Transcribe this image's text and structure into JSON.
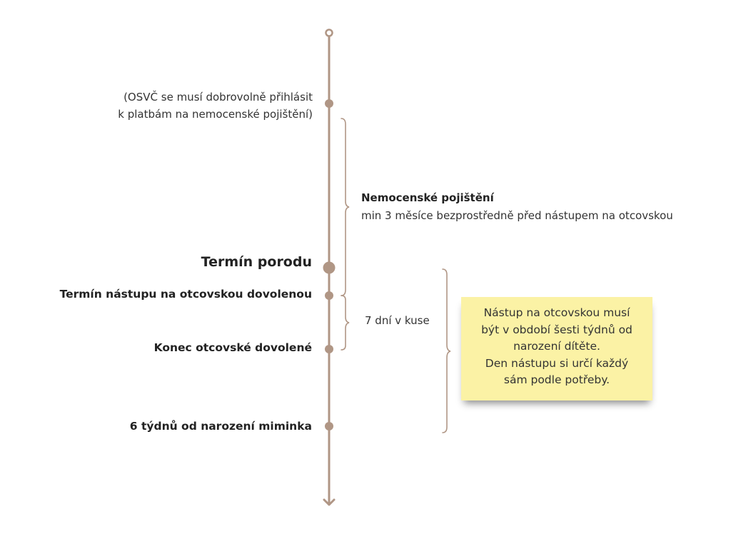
{
  "note": {
    "osvc_line1": "(OSVČ se musí dobrovolně přihlásit",
    "osvc_line2": "k platbám na nemocenské pojištění)"
  },
  "events": {
    "termin_porodu": "Termín porodu",
    "termin_nastupu": "Termín nástupu na otcovskou dovolenou",
    "konec": "Konec otcovské dovolené",
    "six_weeks": "6 týdnů od narození miminka"
  },
  "insurance": {
    "title": "Nemocenské pojištění",
    "description": "min 3 měsíce bezprostředně před nástupem na otcovskou"
  },
  "duration": {
    "label": "7 dní v kuse"
  },
  "sticky_note": {
    "lines": [
      "Nástup na otcovskou musí",
      "být  v období šesti týdnů od",
      "narození dítěte.",
      "Den nástupu si určí každý",
      "sám podle potřeby."
    ]
  },
  "colors": {
    "timeline": "#b09685",
    "bracket": "#b09685",
    "sticky_background": "#fbf2a5"
  }
}
